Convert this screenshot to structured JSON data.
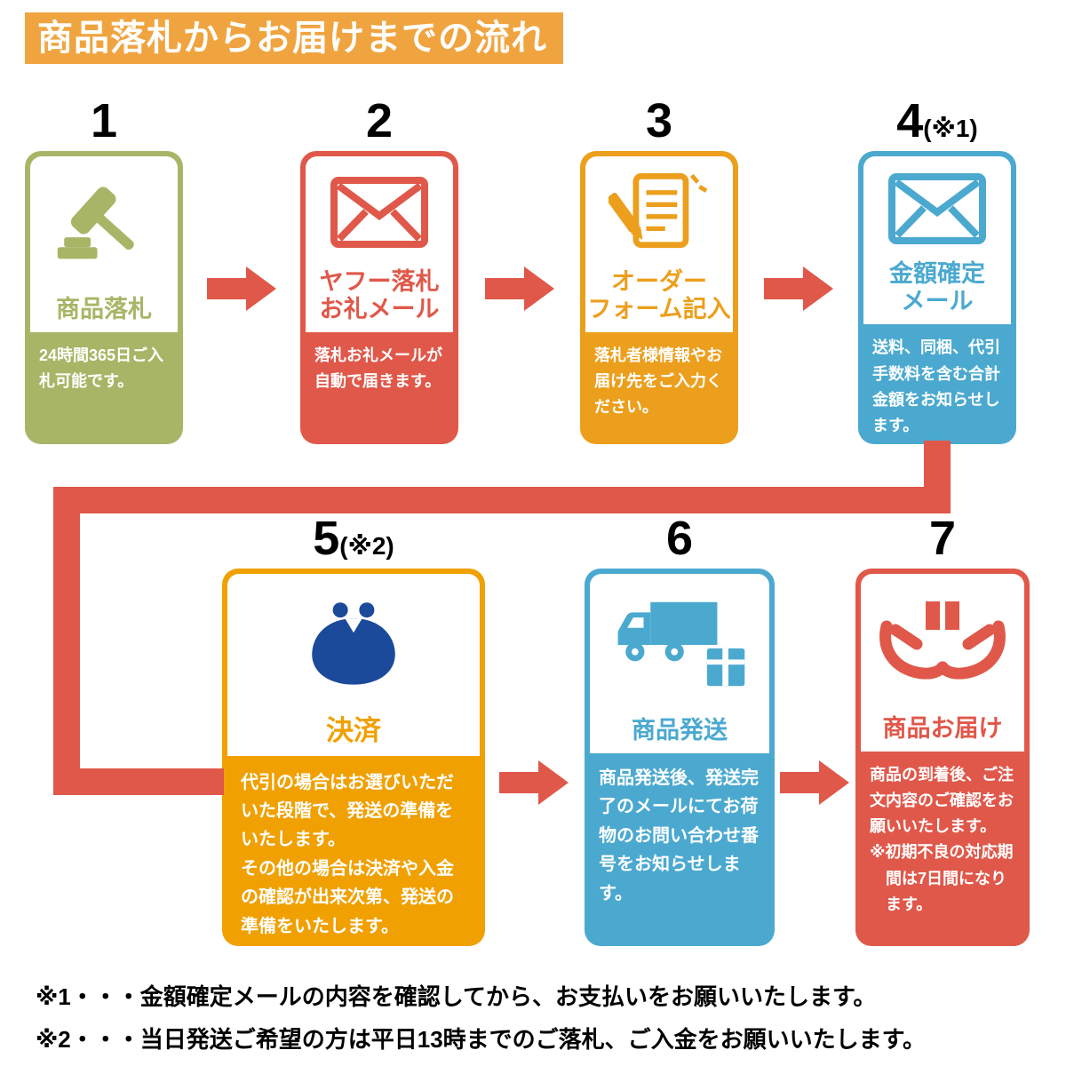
{
  "header": {
    "title": "商品落札からお届けまでの流れ"
  },
  "colors": {
    "header_bg": "#F0A43F",
    "arrow": "#E0584A",
    "text": "#111111",
    "purse": "#1B4A9B",
    "olive": "#A9B566",
    "red": "#E0584A",
    "orange": "#EC9F1C",
    "deep_orange": "#F0A000",
    "blue": "#4BA9D0"
  },
  "steps": [
    {
      "number": "1",
      "note": "",
      "icon": "gavel-icon",
      "color": "#A9B566",
      "title": [
        "商品落札"
      ],
      "desc": [
        "24時間365日ご入札可能です。"
      ]
    },
    {
      "number": "2",
      "note": "",
      "icon": "mail-icon",
      "color": "#E0584A",
      "title": [
        "ヤフー落札",
        "お礼メール"
      ],
      "desc": [
        "落札お礼メールが自動で届きます。"
      ]
    },
    {
      "number": "3",
      "note": "",
      "icon": "order-form-icon",
      "color": "#EC9F1C",
      "title": [
        "オーダー",
        "フォーム記入"
      ],
      "desc": [
        "落札者様情報やお届け先をご入力ください。"
      ]
    },
    {
      "number": "4",
      "note": "(※1)",
      "icon": "mail-icon",
      "color": "#4BA9D0",
      "title": [
        "金額確定",
        "メール"
      ],
      "desc": [
        "送料、同梱、代引手数料を含む合計金額をお知らせします。"
      ]
    },
    {
      "number": "5",
      "note": "(※2)",
      "icon": "coin-purse-icon",
      "color": "#F0A000",
      "title": [
        "決済"
      ],
      "desc": [
        "代引の場合はお選びいただいた段階で、発送の準備をいたします。",
        "その他の場合は決済や入金の確認が出来次第、発送の準備をいたします。"
      ]
    },
    {
      "number": "6",
      "note": "",
      "icon": "truck-box-icon",
      "color": "#4BA9D0",
      "title": [
        "商品発送"
      ],
      "desc": [
        "商品発送後、発送完了のメールにてお荷物のお問い合わせ番号をお知らせします。"
      ]
    },
    {
      "number": "7",
      "note": "",
      "icon": "delivery-hands-icon",
      "color": "#E0584A",
      "title": [
        "商品お届け"
      ],
      "desc": [
        "商品の到着後、ご注文内容のご確認をお願いいたします。",
        "※初期不良の対応期間は7日間になります。"
      ]
    }
  ],
  "footnotes": [
    "※1・・・金額確定メールの内容を確認してから、お支払いをお願いいたします。",
    "※2・・・当日発送ご希望の方は平日13時までのご落札、ご入金をお願いいたします。"
  ]
}
